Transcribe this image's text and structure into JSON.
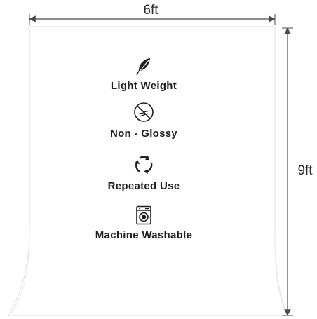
{
  "dimensions": {
    "width_label": "6ft",
    "height_label": "9ft"
  },
  "features": [
    {
      "label": "Light Weight",
      "icon": "feather-icon"
    },
    {
      "label": "Non - Glossy",
      "icon": "non-glossy-icon"
    },
    {
      "label": "Repeated Use",
      "icon": "recycle-arrows-icon"
    },
    {
      "label": "Machine Washable",
      "icon": "washing-machine-icon"
    }
  ],
  "colors": {
    "background": "#ffffff",
    "backdrop_fill": "#ffffff",
    "backdrop_edge": "#e6e6e6",
    "text": "#1f1f1f",
    "dimension_line": "#4a4a4a"
  }
}
